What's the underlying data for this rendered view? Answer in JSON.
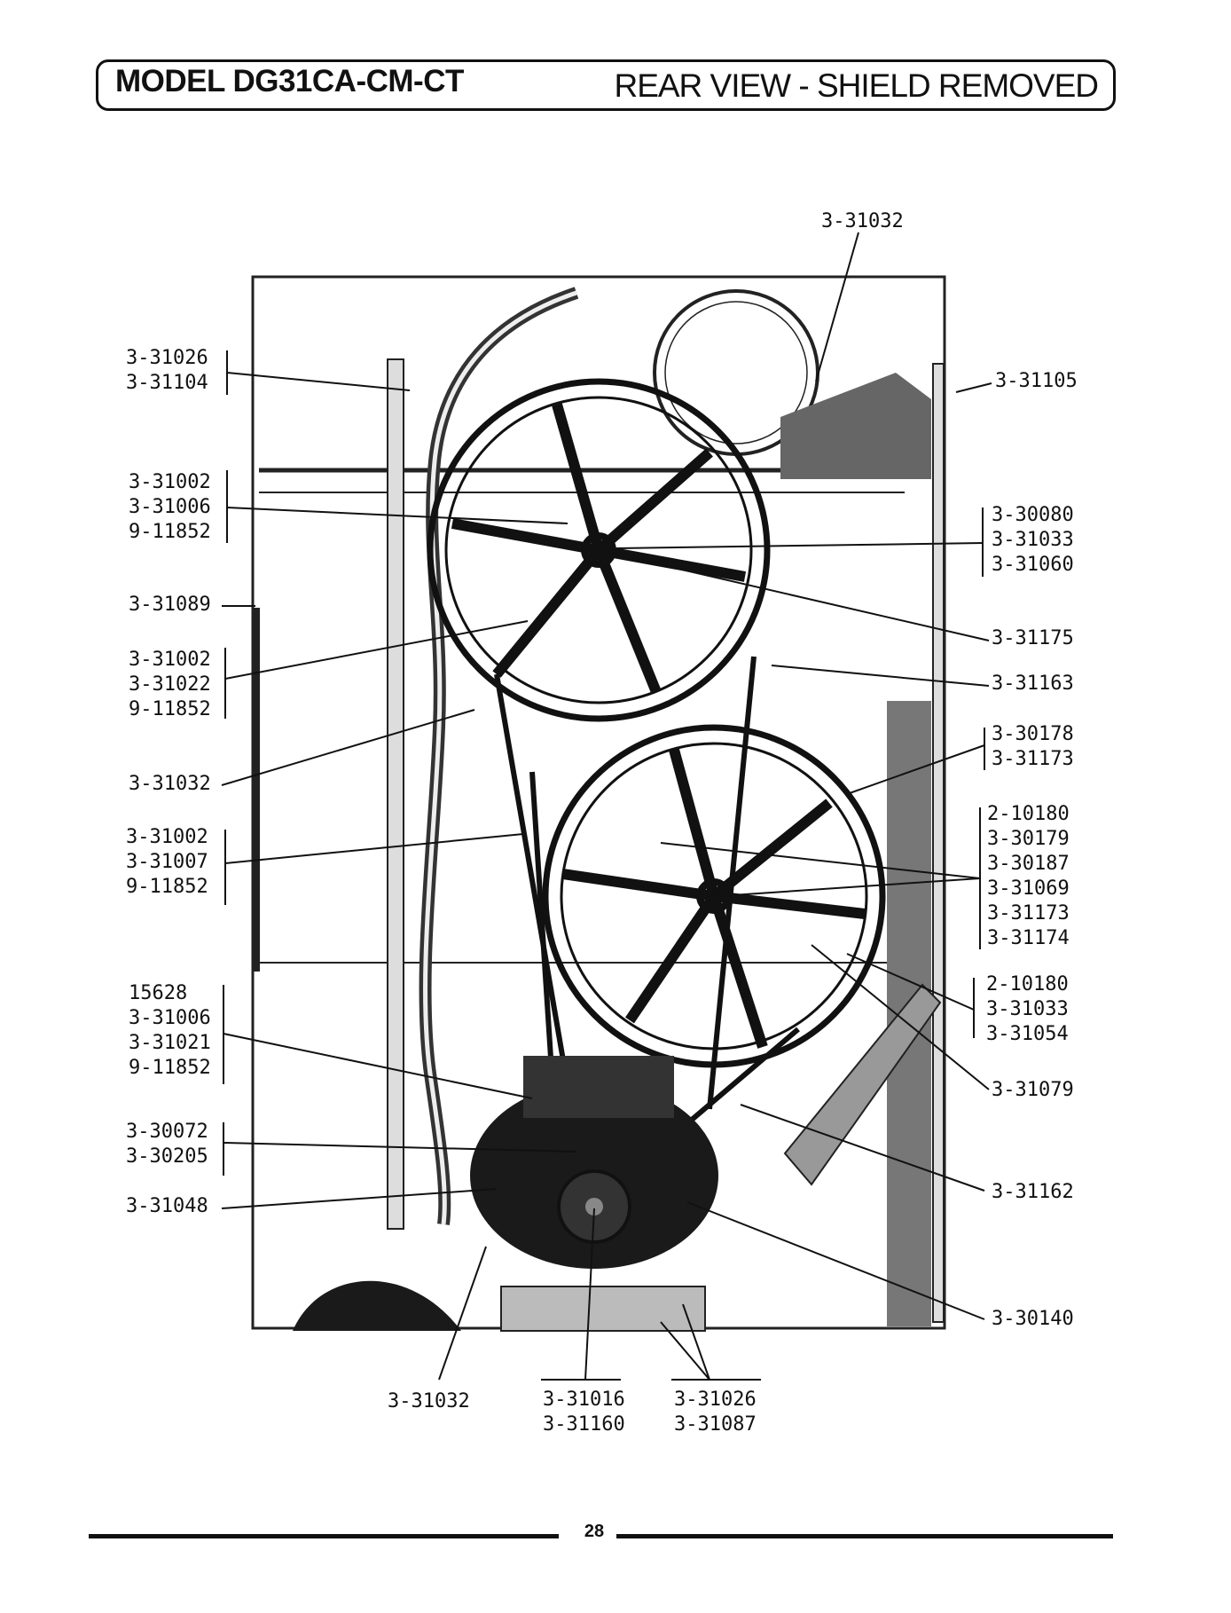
{
  "header": {
    "model": "MODEL DG31CA-CM-CT",
    "view": "REAR VIEW - SHIELD REMOVED"
  },
  "callouts": {
    "top_center": "3-31032",
    "left_1": "3-31026\n3-31104",
    "left_2": "3-31002\n3-31006\n9-11852",
    "left_3": "3-31089",
    "left_4": "3-31002\n3-31022\n9-11852",
    "left_5": "3-31032",
    "left_6": "3-31002\n3-31007\n9-11852",
    "left_7": "15628\n3-31006\n3-31021\n9-11852",
    "left_8": "3-30072\n3-30205",
    "left_9": "3-31048",
    "right_1": "3-31105",
    "right_2": "3-30080\n3-31033\n3-31060",
    "right_3": "3-31175",
    "right_4": "3-31163",
    "right_5": "3-30178\n3-31173",
    "right_6": "2-10180\n3-30179\n3-30187\n3-31069\n3-31173\n3-31174",
    "right_7": "2-10180\n3-31033\n3-31054",
    "right_8": "3-31079",
    "right_9": "3-31162",
    "right_10": "3-30140",
    "bottom_1": "3-31032",
    "bottom_2": "3-31016\n3-31160",
    "bottom_3": "3-31026\n3-31087"
  },
  "footer": {
    "page_number": "28"
  }
}
